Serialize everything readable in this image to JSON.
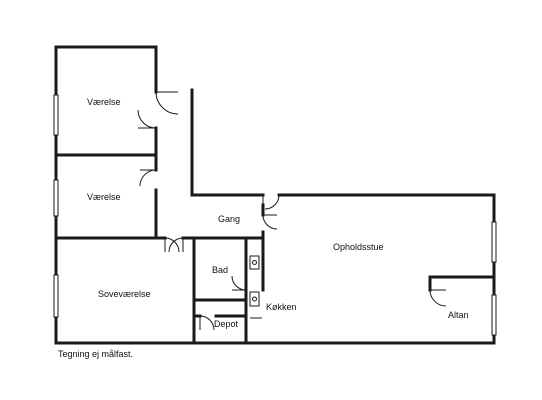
{
  "rooms": {
    "vaerelse_1": "Værelse",
    "vaerelse_2": "Værelse",
    "sovevaerelse": "Soveværelse",
    "gang": "Gang",
    "bad": "Bad",
    "depot": "Depot",
    "koekken": "Køkken",
    "opholdsstue": "Opholdsstue",
    "altan": "Altan"
  },
  "note": "Tegning ej målfast.",
  "colors": {
    "wall": "#1a1a1a",
    "background": "#ffffff"
  }
}
